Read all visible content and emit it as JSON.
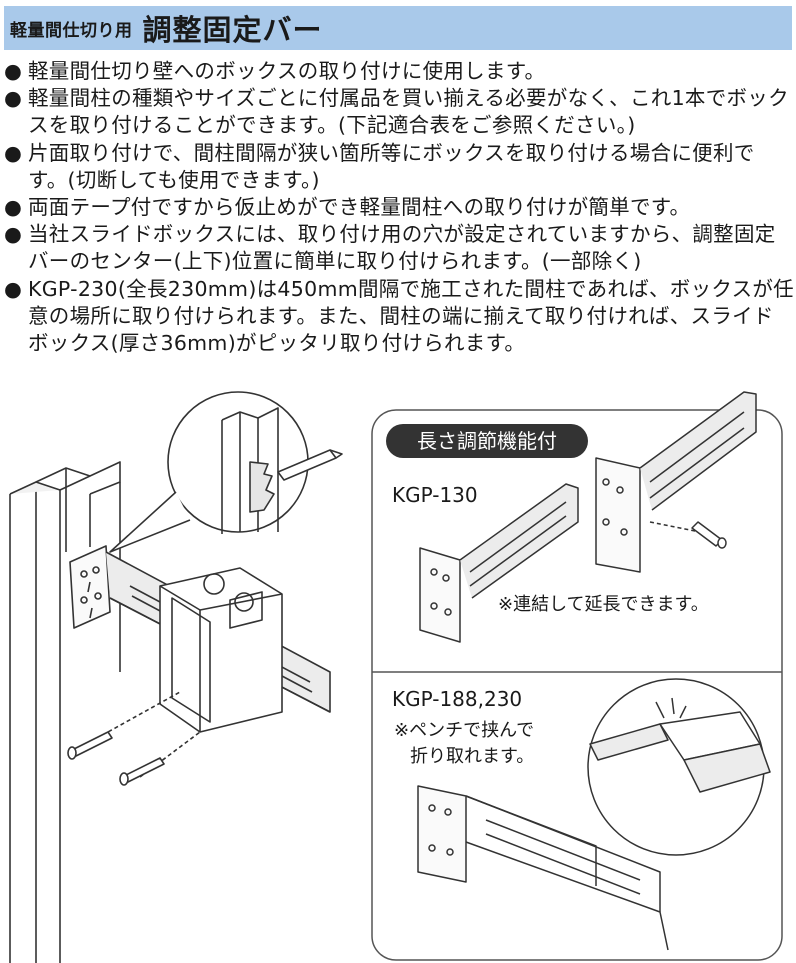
{
  "header": {
    "subtitle": "軽量間仕切り用",
    "title": "調整固定バー"
  },
  "bullets": [
    "軽量間仕切り壁へのボックスの取り付けに使用します。",
    "軽量間柱の種類やサイズごとに付属品を買い揃える必要がなく、これ1本でボックスを取り付けることができます。(下記適合表をご参照ください。)",
    "片面取り付けで、間柱間隔が狭い箇所等にボックスを取り付ける場合に便利です。(切断しても使用できます。)",
    "両面テープ付ですから仮止めができ軽量間柱への取り付けが簡単です。",
    "当社スライドボックスには、取り付け用の穴が設定されていますから、調整固定バーのセンター(上下)位置に簡単に取り付けられます。(一部除く)",
    "KGP-230(全長230mm)は450mm間隔で施工された間柱であれば、ボックスが任意の場所に取り付けられます。また、間柱の端に揃えて取り付ければ、スライドボックス(厚さ36mm)がピッタリ取り付けられます。"
  ],
  "figure": {
    "feature_tag": "長さ調節機能付",
    "model_a": "KGP-130",
    "note_a": "※連結して延長できます。",
    "model_b": "KGP-188,230",
    "note_b_line1": "※ペンチで挟んで",
    "note_b_line2": "折り取れます。"
  },
  "colors": {
    "header_bg": "#a9c9ea",
    "line": "#333333",
    "panel_border": "#555555",
    "tag_bg": "#333333",
    "tag_text": "#ffffff"
  }
}
